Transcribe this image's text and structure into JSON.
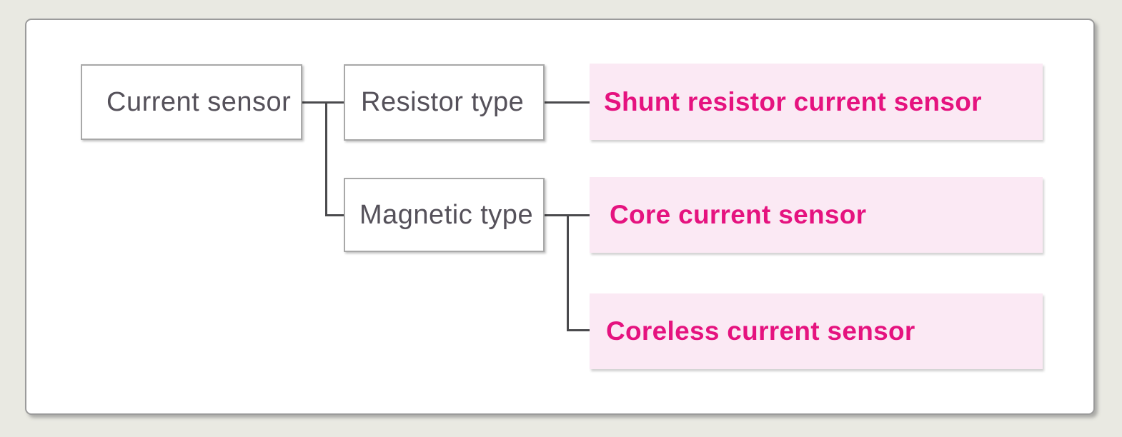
{
  "diagram": {
    "type": "tree",
    "nodes": {
      "current_sensor": {
        "label": "Current sensor",
        "style": "category"
      },
      "resistor_type": {
        "label": "Resistor type",
        "style": "category"
      },
      "magnetic_type": {
        "label": "Magnetic type",
        "style": "category"
      },
      "shunt_resistor": {
        "label": "Shunt resistor current sensor",
        "style": "highlight"
      },
      "core": {
        "label": "Core current sensor",
        "style": "highlight"
      },
      "coreless": {
        "label": "Coreless current sensor",
        "style": "highlight"
      }
    },
    "edges": [
      {
        "from": "current_sensor",
        "to": "resistor_type"
      },
      {
        "from": "current_sensor",
        "to": "magnetic_type"
      },
      {
        "from": "resistor_type",
        "to": "shunt_resistor"
      },
      {
        "from": "magnetic_type",
        "to": "core"
      },
      {
        "from": "magnetic_type",
        "to": "coreless"
      }
    ],
    "colors": {
      "page_background": "#e9e9e2",
      "canvas_background": "#ffffff",
      "canvas_border": "#9b9b9b",
      "category_background": "#ffffff",
      "category_border": "#a8a8a8",
      "category_text": "#55515a",
      "highlight_background": "#fbe9f4",
      "highlight_text": "#e5137f",
      "connector": "#4a4a4d"
    }
  }
}
